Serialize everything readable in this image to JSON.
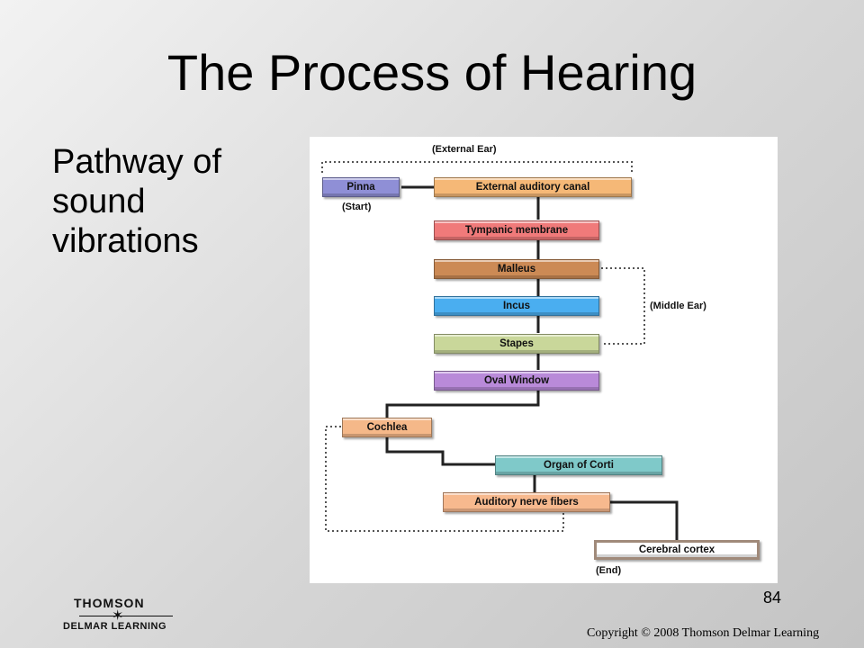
{
  "slide": {
    "title": "The Process of Hearing",
    "bullet_lines": [
      "Pathway of",
      "sound",
      "vibrations"
    ],
    "page_number": "84",
    "copyright": "Copyright © 2008 Thomson Delmar Learning"
  },
  "logo": {
    "line1": "THOMSON",
    "line2": "DELMAR LEARNING"
  },
  "diagram": {
    "labels": {
      "external_ear": "(External Ear)",
      "start": "(Start)",
      "middle_ear": "(Middle Ear)",
      "end": "(End)"
    },
    "nodes": {
      "pinna": "Pinna",
      "canal": "External auditory canal",
      "tympanic": "Tympanic membrane",
      "malleus": "Malleus",
      "incus": "Incus",
      "stapes": "Stapes",
      "oval": "Oval Window",
      "cochlea": "Cochlea",
      "corti": "Organ of Corti",
      "nerve": "Auditory nerve fibers",
      "cortex": "Cerebral cortex"
    },
    "colors": {
      "pinna": "#8f8fd6",
      "canal": "#f5b877",
      "tympanic": "#f07a7a",
      "malleus": "#cc8a55",
      "incus": "#4aaef0",
      "stapes": "#c9d79a",
      "oval": "#b98ad9",
      "cochlea": "#f5b889",
      "corti": "#7fc9c9",
      "nerve": "#f7b98e",
      "cortex": "#ffffff"
    }
  }
}
